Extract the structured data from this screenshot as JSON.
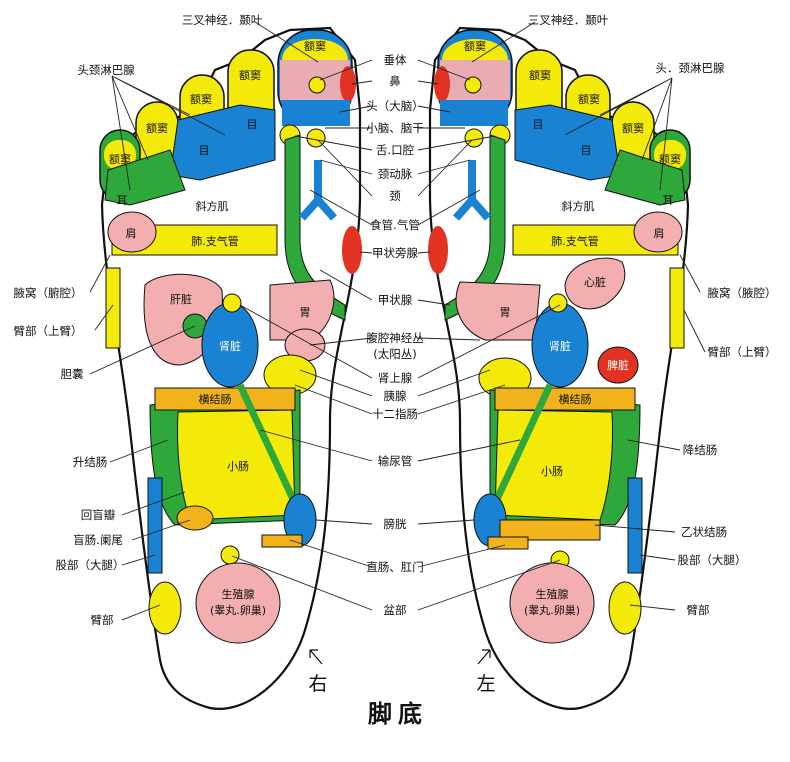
{
  "title": "脚底",
  "side_labels": {
    "right": "右",
    "left": "左"
  },
  "colors": {
    "yellow": "#f4ea0a",
    "blue": "#1a82d2",
    "green": "#2ea83a",
    "pink": "#f3aeb0",
    "red": "#e23222",
    "orange": "#f2b21c",
    "outline": "#111111"
  },
  "zones": {
    "sinus": "额窦",
    "eye": "目",
    "ear": "耳",
    "shoulder": "肩",
    "trapezius": "斜方肌",
    "lung": "肺.支气管",
    "liver": "肝脏",
    "heart": "心脏",
    "kidney": "肾脏",
    "stomach": "胃",
    "spleen": "脾脏",
    "transverse_colon": "横结肠",
    "small_intestine": "小肠",
    "gonad": "生殖腺",
    "gonad_sub": "(睾丸.卵巢)"
  },
  "labels_center": [
    "垂体",
    "鼻",
    "头（大脑）",
    "小脑、脑干",
    "舌.口腔",
    "颈动脉",
    "颈",
    "食管.气管",
    "甲状旁腺",
    "甲状腺",
    "腹腔神经丛",
    "(太阳丛)",
    "肾上腺",
    "胰腺",
    "十二指肠",
    "输尿管",
    "膀胱",
    "直肠、肛门",
    "盆部"
  ],
  "labels_left": [
    "三叉神经．颞叶",
    "头颈淋巴腺",
    "腋窝（腑腔）",
    "臂部（上臂）",
    "胆囊",
    "升结肠",
    "回盲瓣",
    "盲肠.阑尾",
    "股部（大腿）",
    "臂部"
  ],
  "labels_right": [
    "三叉神经．颞叶",
    "头．颈淋巴腺",
    "腋窝（腋腔）",
    "臂部（上臂）",
    "降结肠",
    "乙状结肠",
    "股部（大腿）",
    "臂部"
  ]
}
